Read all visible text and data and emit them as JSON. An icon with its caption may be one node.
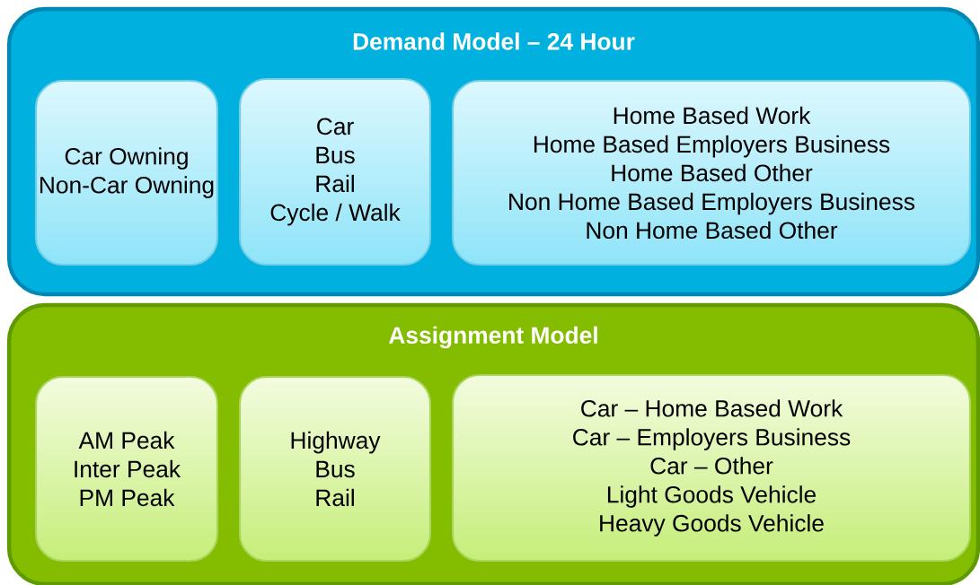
{
  "diagram": {
    "nodes": [
      {
        "text": [
          "Demand Model – 24 Hour"
        ]
      },
      {
        "text": [
          "Car Owning",
          "Non-Car Owning"
        ],
        "in": 0
      },
      {
        "text": [
          "Car",
          "Bus",
          "Rail",
          "Cycle / Walk"
        ],
        "in": 0
      },
      {
        "text": [
          "Home Based Work",
          "Home Based Employers Business",
          "Home Based Other",
          "Non Home Based Employers Business",
          "Non Home Based Other"
        ],
        "in": 0
      },
      {
        "text": [
          "Assignment Model"
        ]
      },
      {
        "text": [
          "AM Peak",
          "Inter Peak",
          "PM Peak"
        ],
        "in": 4
      },
      {
        "text": [
          "Highway",
          "Bus",
          "Rail"
        ],
        "in": 4
      },
      {
        "text": [
          "Car – Home Based Work",
          "Car – Employers Business",
          "Car – Other",
          "Light Goods Vehicle",
          "Heavy Goods Vehicle"
        ],
        "in": 4
      }
    ]
  }
}
